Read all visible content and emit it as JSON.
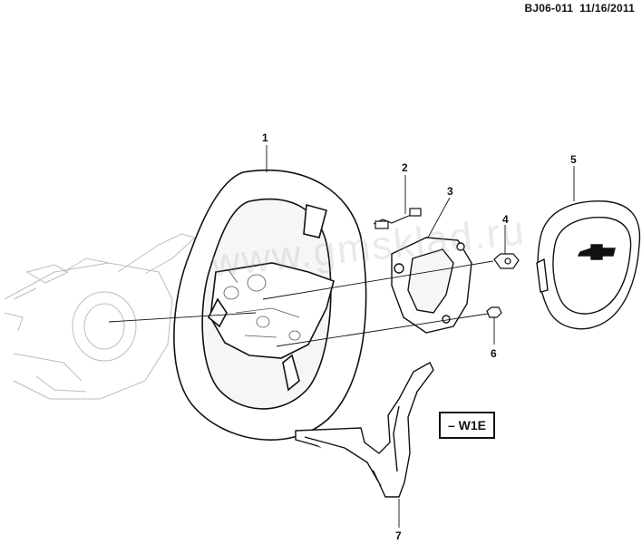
{
  "header": {
    "doc_id": "BJ06-011",
    "date": "11/16/2011"
  },
  "callouts": {
    "c1": "1",
    "c2": "2",
    "c3": "3",
    "c4": "4",
    "c5": "5",
    "c6": "6",
    "c7": "7"
  },
  "option_code": "– W1E",
  "watermark": "www.gmsklad.ru"
}
